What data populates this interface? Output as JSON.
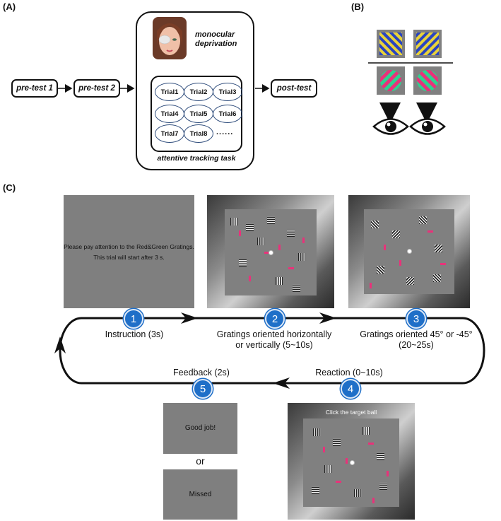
{
  "panels": {
    "a": "(A)",
    "b": "(B)",
    "c": "(C)"
  },
  "panel_a": {
    "pretest1": "pre-test 1",
    "pretest2": "pre-test 2",
    "deprivation": "monocular\ndeprivation",
    "trials": [
      "Trial1",
      "Trial2",
      "Trial3",
      "Trial4",
      "Trial5",
      "Trial6",
      "Trial7",
      "Trial8"
    ],
    "ellipsis": "......",
    "task": "attentive tracking task",
    "posttest": "post-test"
  },
  "panel_c": {
    "instruction_screen_line1": "Please pay attention to the Red&Green Gratings.",
    "instruction_screen_line2": "This trial will start after 3 s.",
    "steps": [
      {
        "num": "1",
        "label": "Instruction (3s)"
      },
      {
        "num": "2",
        "label": "Gratings oriented horizontally\nor vertically  (5~10s)"
      },
      {
        "num": "3",
        "label": "Gratings oriented 45° or -45°\n(20~25s)"
      },
      {
        "num": "4",
        "label": "Reaction (0~10s)"
      },
      {
        "num": "5",
        "label": "Feedback (2s)"
      }
    ],
    "click_prompt": "Click the target ball",
    "feedback_good": "Good job!",
    "feedback_or": "or",
    "feedback_missed": "Missed"
  },
  "colors": {
    "step_blue": "#1f6fc8",
    "grating_pink": "#e8327a",
    "grating_green": "#2fd08f",
    "grating_blue": "#2a45c0",
    "grating_yellow": "#e8d23a"
  }
}
